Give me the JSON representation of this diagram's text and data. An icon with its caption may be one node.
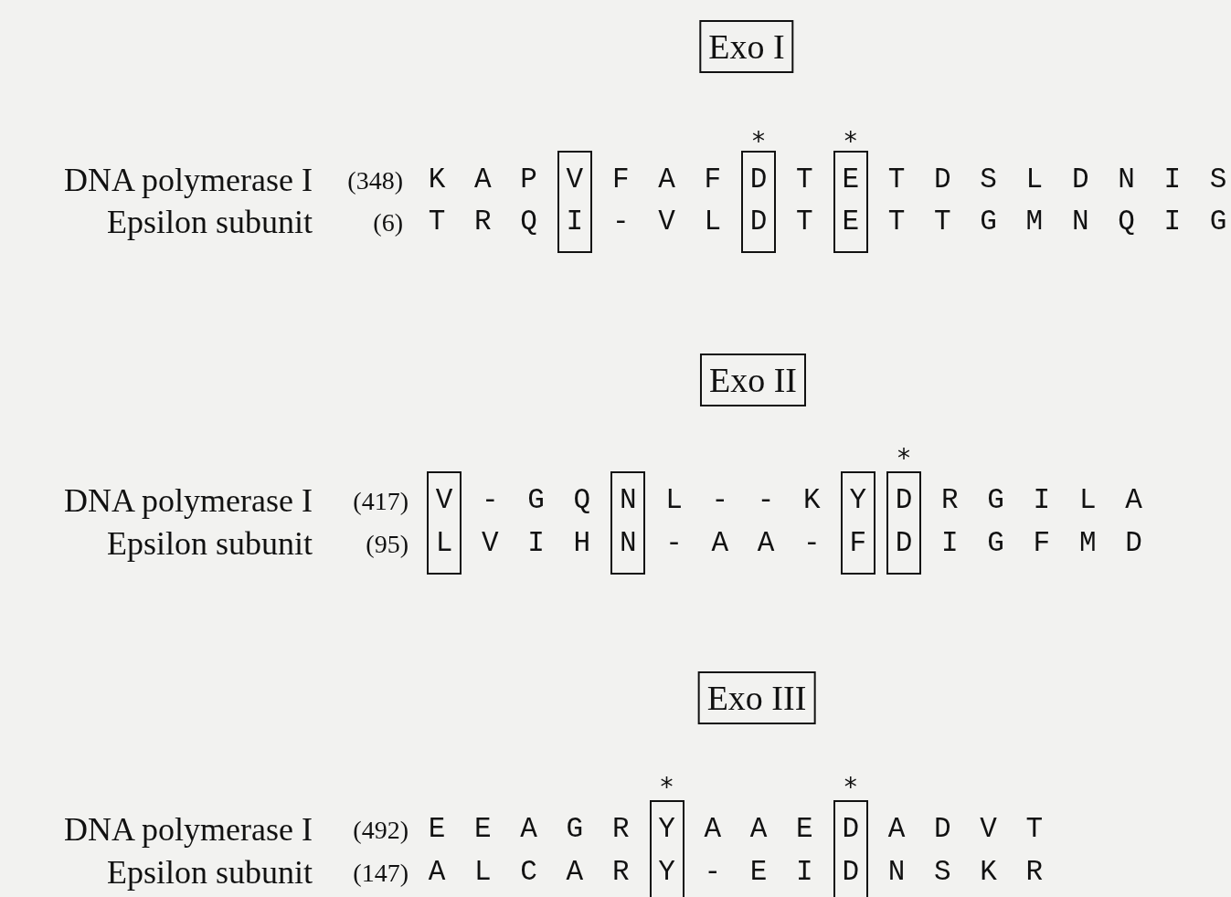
{
  "diagram": {
    "nodes": [
      {
        "text": [
          "Exo I"
        ]
      },
      {
        "text": [
          "V",
          "I"
        ]
      },
      {
        "text": [
          "D",
          "D"
        ]
      },
      {
        "text": [
          "E",
          "E"
        ]
      },
      {
        "text": [
          "Exo II"
        ]
      },
      {
        "text": [
          "V",
          "L"
        ]
      },
      {
        "text": [
          "N",
          "N"
        ]
      },
      {
        "text": [
          "Y",
          "F"
        ]
      },
      {
        "text": [
          "D",
          "D"
        ]
      },
      {
        "text": [
          "Exo III"
        ]
      },
      {
        "text": [
          "Y",
          "Y"
        ]
      },
      {
        "text": [
          "D",
          "D"
        ]
      }
    ],
    "labels": [
      "*",
      "*",
      "DNA polymerase I",
      "(348)",
      "K",
      "A",
      "P",
      "F",
      "A",
      "F",
      "T",
      "T",
      "D",
      "S",
      "L",
      "D",
      "N",
      "I",
      "S",
      "Epsilon subunit",
      "(6)",
      "T",
      "R",
      "Q",
      "-",
      "V",
      "L",
      "T",
      "T",
      "T",
      "G",
      "M",
      "N",
      "Q",
      "I",
      "G",
      "*",
      "DNA polymerase I",
      "(417)",
      "-",
      "G",
      "Q",
      "L",
      "-",
      "-",
      "K",
      "R",
      "G",
      "I",
      "L",
      "A",
      "Epsilon subunit",
      "(95)",
      "V",
      "I",
      "H",
      "-",
      "A",
      "A",
      "-",
      "I",
      "G",
      "F",
      "M",
      "D",
      "*",
      "*",
      "DNA polymerase I",
      "(492)",
      "E",
      "E",
      "A",
      "G",
      "R",
      "A",
      "A",
      "E",
      "A",
      "D",
      "V",
      "T",
      "Epsilon subunit",
      "(147)",
      "A",
      "L",
      "C",
      "A",
      "R",
      "-",
      "E",
      "I",
      "N",
      "S",
      "K",
      "R"
    ]
  }
}
